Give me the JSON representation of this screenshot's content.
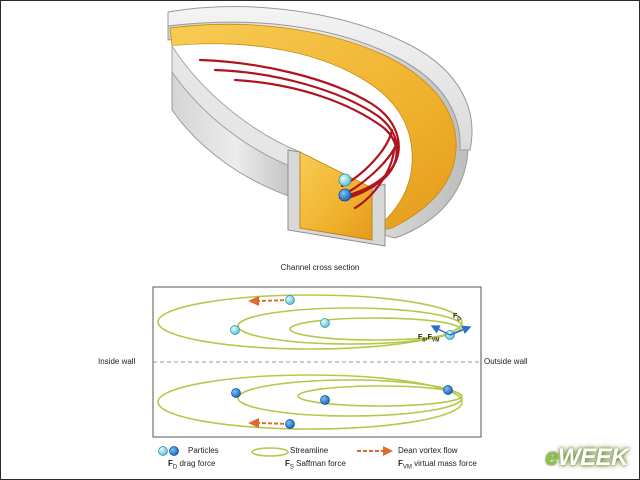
{
  "diagram": {
    "cross_section_title": "Channel cross section",
    "inside_wall_label": "Inside wall",
    "outside_wall_label": "Outside wall",
    "force_labels": {
      "fd": "F",
      "fd_sub": "D",
      "fs": "F",
      "fs_sub": "S",
      "fvm": "F",
      "fvm_sub": "VM"
    }
  },
  "legend": {
    "particles": "Particles",
    "streamline": "Streamline",
    "dean_vortex": "Dean vortex flow",
    "drag_sym": "F",
    "drag_sub": "D",
    "drag_text": "drag force",
    "saffman_sym": "F",
    "saffman_sub": "S",
    "saffman_text": "Saffman force",
    "vm_sym": "F",
    "vm_sub": "VM",
    "vm_text": "virtual mass force"
  },
  "watermark": {
    "e": "e",
    "rest": "WEEK"
  },
  "colors": {
    "channel_yellow": "#f2b632",
    "streamline_green": "#b5c84a",
    "vortex_orange": "#e06a2c",
    "particle_light": "#7fd6e8",
    "particle_dark": "#2a7fd0",
    "streamline_red": "#b0141e"
  }
}
